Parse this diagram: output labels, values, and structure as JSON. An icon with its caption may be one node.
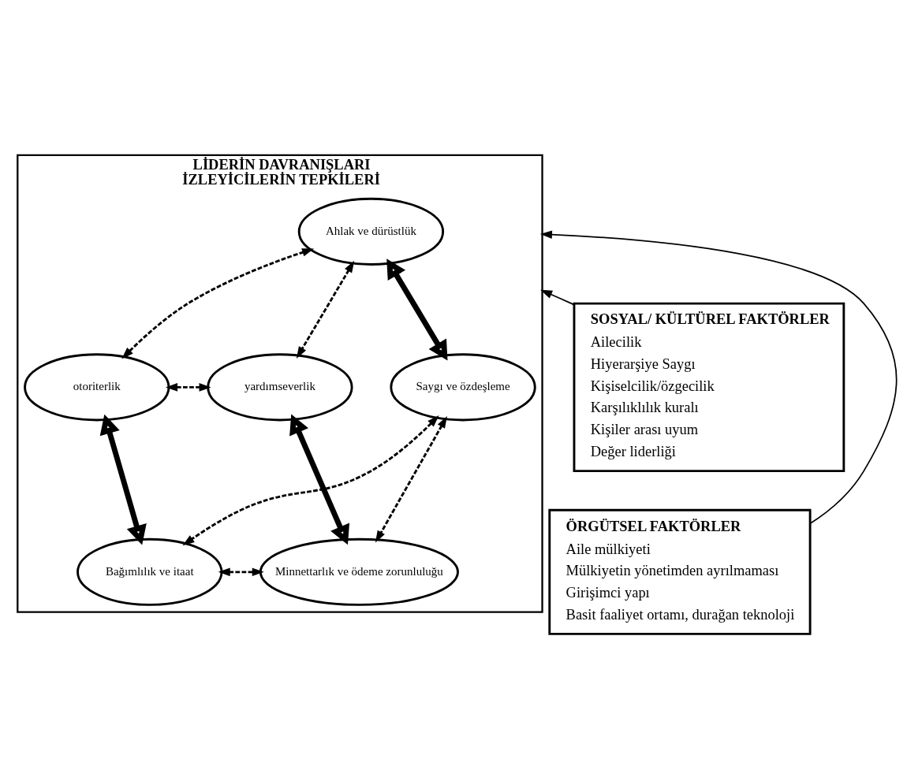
{
  "diagram": {
    "nodes": [
      {
        "text": [
          "LİDERİN DAVRANIŞLARI",
          "İZLEYİCİLERİN TEPKİLERİ"
        ]
      },
      {
        "text": [
          "SOSYAL/ KÜLTÜREL FAKTÖRLER",
          "Ailecilik",
          "Hiyerarşiye Saygı",
          "Kişiselcilik/özgecilik",
          "Karşılıklılık kuralı",
          "Kişiler arası uyum",
          "Değer liderliği"
        ]
      },
      {
        "text": [
          "ÖRGÜTSEL FAKTÖRLER",
          "Aile mülkiyeti",
          "Mülkiyetin yönetimden ayrılmaması",
          "Girişimci yapı",
          "Basit faaliyet ortamı, durağan teknoloji"
        ]
      },
      {
        "text": [
          "Ahlak ve dürüstlük"
        ],
        "in": 0
      },
      {
        "text": [
          "otoriterlik"
        ],
        "in": 0
      },
      {
        "text": [
          "yardımseverlik"
        ],
        "in": 0
      },
      {
        "text": [
          "Saygı ve özdeşleme"
        ],
        "in": 0
      },
      {
        "text": [
          "Bağımlılık ve itaat"
        ],
        "in": 0
      },
      {
        "text": [
          "Minnettarlık ve ödeme zorunluluğu"
        ],
        "in": 0
      }
    ],
    "edges": [
      {
        "from": 1,
        "to": 0,
        "arrow": "to"
      },
      {
        "from": 2,
        "to": 0,
        "arrow": "to"
      },
      {
        "from": 3,
        "to": 4,
        "arrow": "both",
        "style": "dashed"
      },
      {
        "from": 3,
        "to": 5,
        "arrow": "both",
        "style": "dashed"
      },
      {
        "from": 4,
        "to": 5,
        "arrow": "both",
        "style": "dashed"
      },
      {
        "from": 3,
        "to": 6,
        "arrow": "both",
        "style": "thick"
      },
      {
        "from": 4,
        "to": 7,
        "arrow": "both",
        "style": "thick"
      },
      {
        "from": 5,
        "to": 8,
        "arrow": "both",
        "style": "thick"
      },
      {
        "from": 6,
        "to": 7,
        "arrow": "both",
        "style": "dashed"
      },
      {
        "from": 6,
        "to": 8,
        "arrow": "both",
        "style": "dashed"
      },
      {
        "from": 7,
        "to": 8,
        "arrow": "both",
        "style": "dashed"
      }
    ]
  }
}
